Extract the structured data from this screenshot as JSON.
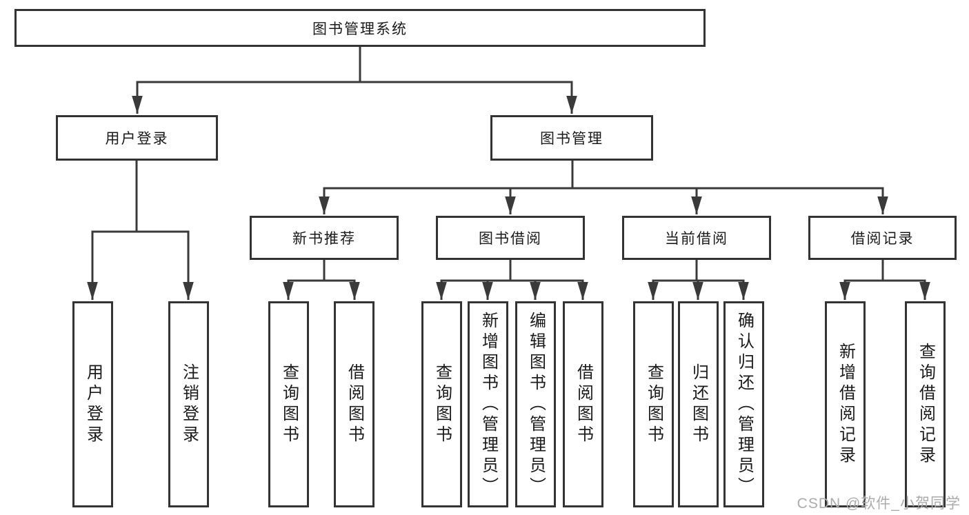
{
  "tree": {
    "root": {
      "label": "图书管理系统"
    },
    "branches": [
      {
        "label": "用户登录",
        "children": [
          {
            "label": "用户登录"
          },
          {
            "label": "注销登录"
          }
        ]
      },
      {
        "label": "图书管理",
        "children": [
          {
            "label": "新书推荐",
            "children": [
              {
                "label": "查询图书"
              },
              {
                "label": "借阅图书"
              }
            ]
          },
          {
            "label": "图书借阅",
            "children": [
              {
                "label": "查询图书"
              },
              {
                "label": "新增图书（管理员）"
              },
              {
                "label": "编辑图书（管理员）"
              },
              {
                "label": "借阅图书"
              }
            ]
          },
          {
            "label": "当前借阅",
            "children": [
              {
                "label": "查询图书"
              },
              {
                "label": "归还图书"
              },
              {
                "label": "确认归还（管理员）"
              }
            ]
          },
          {
            "label": "借阅记录",
            "children": [
              {
                "label": "新增借阅记录"
              },
              {
                "label": "查询借阅记录"
              }
            ]
          }
        ]
      }
    ]
  },
  "watermark": {
    "text": "CSDN @软件_小贺同学"
  },
  "colors": {
    "line": "#3a3a3a",
    "box_border": "#333333",
    "text": "#1a1a1a",
    "watermark": "#ababab",
    "background": "#ffffff"
  }
}
